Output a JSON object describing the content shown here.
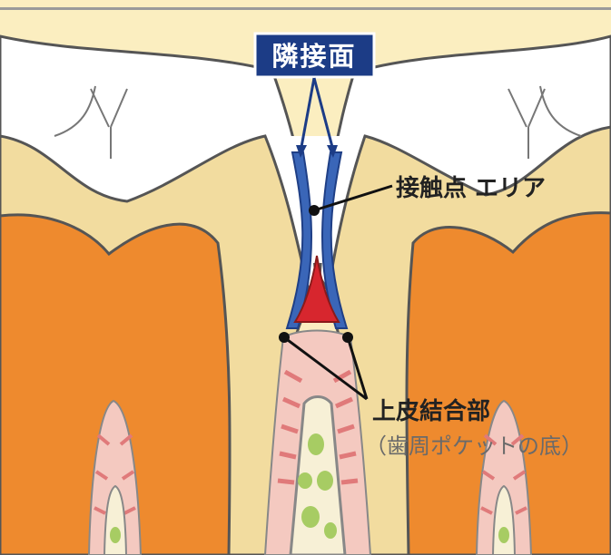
{
  "labels": {
    "title": "隣接面",
    "contact_point": "接触点 エリア",
    "epithelial_attachment": "上皮結合部",
    "pocket_bottom": "（歯周ポケットの底）"
  },
  "colors": {
    "background": "#fbeec0",
    "enamel": "#ffffff",
    "dentin": "#f2dc9f",
    "pulp": "#ee8a2e",
    "surface_highlight": "#3a66b8",
    "gingival_col": "#d7262e",
    "gingiva": "#f4c9c0",
    "gingiva_stripes": "#e07a7a",
    "bone": "#f7f0d6",
    "bone_marrow": "#a7cc63",
    "outline": "#555555",
    "title_bg": "#1c3c86",
    "label_text": "#222222"
  }
}
